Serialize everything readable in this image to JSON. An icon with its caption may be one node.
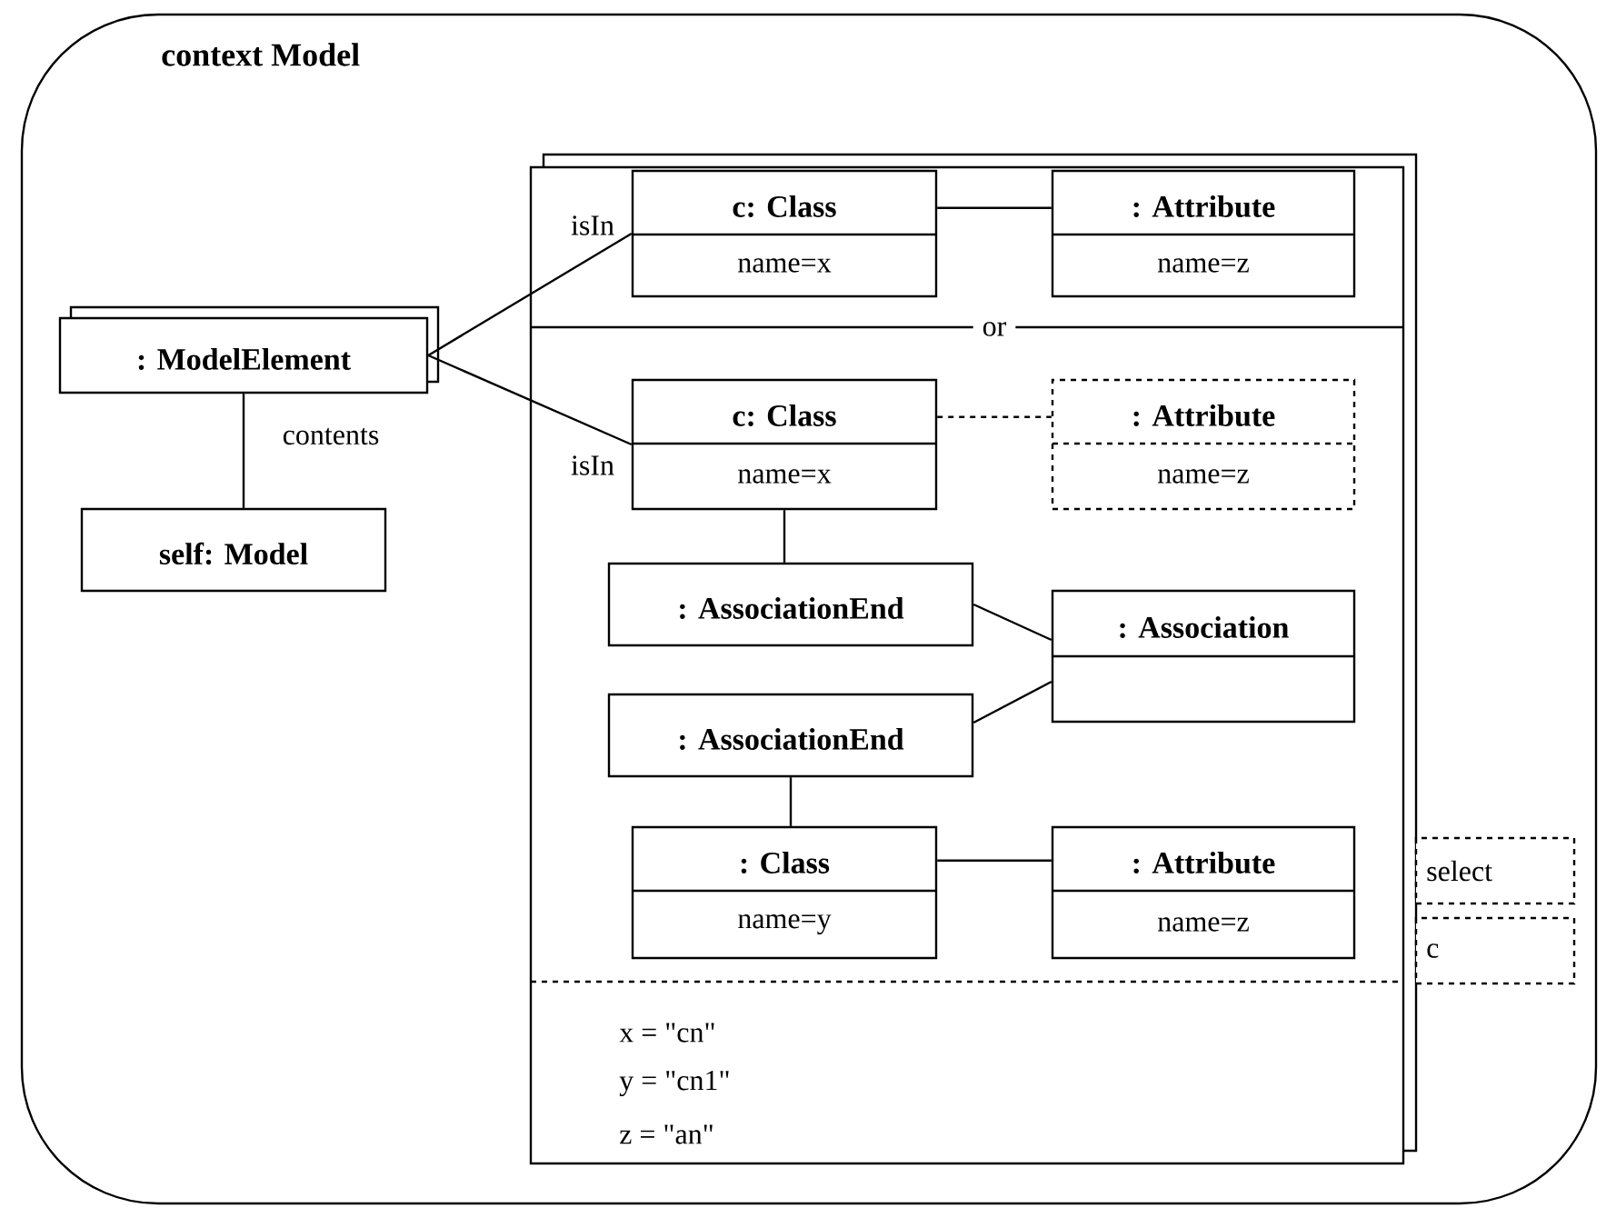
{
  "diagram": {
    "nodes": [
      {
        "text": [
          "context Model"
        ]
      },
      {
        "text": [
          "or",
          "x = \"cn\"",
          "y = \"cn1\"",
          "z = \"an\""
        ],
        "in": 0
      },
      {
        "text": [
          ": ModelElement"
        ],
        "in": 0
      },
      {
        "text": [
          "self: Model"
        ],
        "in": 0
      },
      {
        "text": [
          "c: Class",
          "name=x"
        ],
        "in": 1
      },
      {
        "text": [
          ": Attribute",
          "name=z"
        ],
        "in": 1
      },
      {
        "text": [
          "c: Class",
          "name=x"
        ],
        "in": 1
      },
      {
        "text": [
          ": Attribute",
          "name=z"
        ],
        "in": 1
      },
      {
        "text": [
          ": AssociationEnd"
        ],
        "in": 1
      },
      {
        "text": [
          ": Association"
        ],
        "in": 1
      },
      {
        "text": [
          ": AssociationEnd"
        ],
        "in": 1
      },
      {
        "text": [
          ": Class",
          "name=y"
        ],
        "in": 1
      },
      {
        "text": [
          ": Attribute",
          "name=z"
        ],
        "in": 1
      },
      {
        "text": [
          "select"
        ],
        "in": 0
      },
      {
        "text": [
          "c"
        ],
        "in": 0
      }
    ],
    "edges": [
      {
        "from": 2,
        "to": 3,
        "arrow": "none",
        "label": "contents"
      },
      {
        "from": 2,
        "to": 4,
        "arrow": "none",
        "label": "isIn"
      },
      {
        "from": 2,
        "to": 6,
        "arrow": "none",
        "label": "isIn"
      },
      {
        "from": 4,
        "to": 5,
        "arrow": "none"
      },
      {
        "from": 6,
        "to": 7,
        "arrow": "none",
        "style": "dashed"
      },
      {
        "from": 6,
        "to": 8,
        "arrow": "none"
      },
      {
        "from": 8,
        "to": 9,
        "arrow": "none"
      },
      {
        "from": 10,
        "to": 9,
        "arrow": "none"
      },
      {
        "from": 10,
        "to": 11,
        "arrow": "none"
      },
      {
        "from": 11,
        "to": 12,
        "arrow": "none"
      }
    ]
  }
}
